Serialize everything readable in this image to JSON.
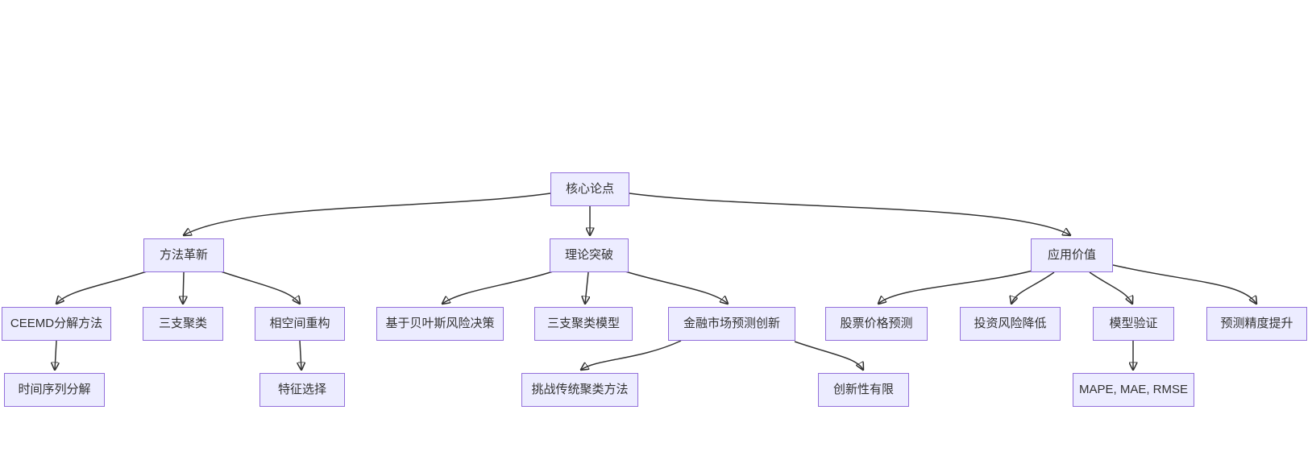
{
  "diagram": {
    "type": "flowchart",
    "direction": "top-down",
    "colors": {
      "background": "#ffffff",
      "node_fill": "#ececff",
      "node_border": "#9370db",
      "edge_stroke": "#333333",
      "text": "#333333"
    },
    "nodes": {
      "core": {
        "label": "核心论点"
      },
      "method": {
        "label": "方法革新"
      },
      "theory": {
        "label": "理论突破"
      },
      "application": {
        "label": "应用价值"
      },
      "ceemd": {
        "label": "CEEMD分解方法"
      },
      "threeway": {
        "label": "三支聚类"
      },
      "phase": {
        "label": "相空间重构"
      },
      "bayes": {
        "label": "基于贝叶斯风险决策"
      },
      "twcmodel": {
        "label": "三支聚类模型"
      },
      "finance": {
        "label": "金融市场预测创新"
      },
      "stock": {
        "label": "股票价格预测"
      },
      "invest": {
        "label": "投资风险降低"
      },
      "modelvalid": {
        "label": "模型验证"
      },
      "precision": {
        "label": "预测精度提升"
      },
      "timeseries": {
        "label": "时间序列分解"
      },
      "feature": {
        "label": "特征选择"
      },
      "challenge": {
        "label": "挑战传统聚类方法"
      },
      "limited": {
        "label": "创新性有限"
      },
      "mape": {
        "label": "MAPE, MAE, RMSE"
      }
    },
    "edges": [
      {
        "from": "core",
        "to": "method"
      },
      {
        "from": "core",
        "to": "theory"
      },
      {
        "from": "core",
        "to": "application"
      },
      {
        "from": "method",
        "to": "ceemd"
      },
      {
        "from": "method",
        "to": "threeway"
      },
      {
        "from": "method",
        "to": "phase"
      },
      {
        "from": "theory",
        "to": "bayes"
      },
      {
        "from": "theory",
        "to": "twcmodel"
      },
      {
        "from": "theory",
        "to": "finance"
      },
      {
        "from": "application",
        "to": "stock"
      },
      {
        "from": "application",
        "to": "invest"
      },
      {
        "from": "application",
        "to": "modelvalid"
      },
      {
        "from": "application",
        "to": "precision"
      },
      {
        "from": "ceemd",
        "to": "timeseries"
      },
      {
        "from": "phase",
        "to": "feature"
      },
      {
        "from": "finance",
        "to": "challenge"
      },
      {
        "from": "finance",
        "to": "limited"
      },
      {
        "from": "modelvalid",
        "to": "mape"
      }
    ]
  }
}
